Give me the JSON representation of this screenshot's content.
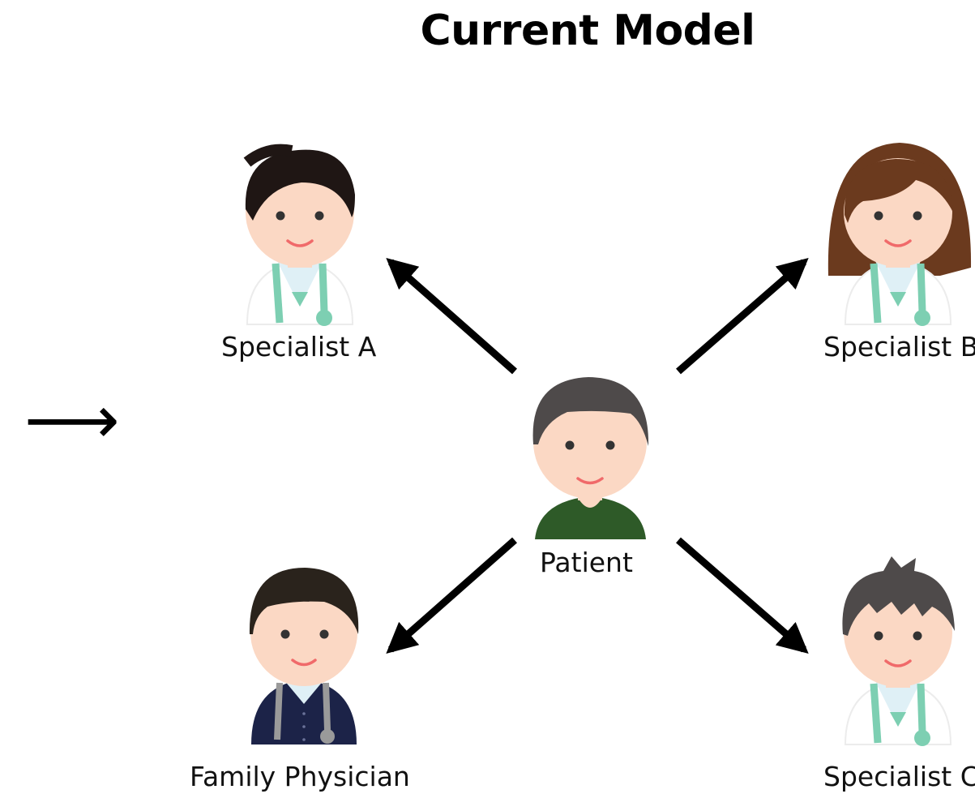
{
  "title": "Current Model",
  "side_arrow": "⟶",
  "nodes": {
    "specialist_a": "Specialist A",
    "specialist_b": "Specialist B",
    "patient": "Patient",
    "family_physician": "Family Physician",
    "specialist_c": "Specialist C"
  },
  "colors": {
    "skin": "#fbd8c4",
    "stethoscope": "#7dcfb2",
    "coat": "#ffffff",
    "patient_shirt": "#2e5a28",
    "physician_sweater": "#1c2348",
    "hair_dark": "#1f1614",
    "hair_brown": "#6b3a1e",
    "hair_gray": "#4e4a4a"
  }
}
